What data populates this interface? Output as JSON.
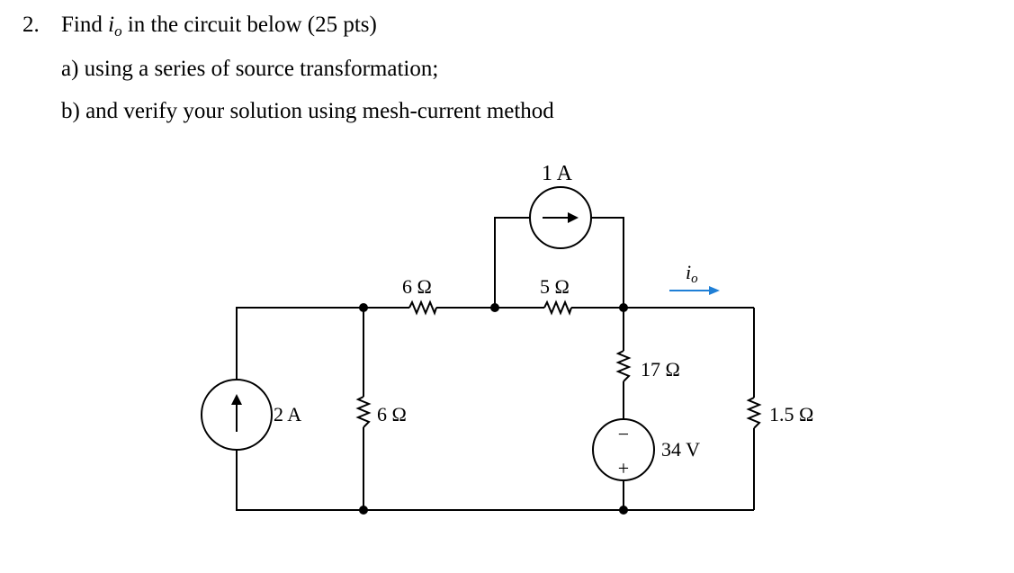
{
  "question": {
    "number": "2.",
    "prompt_before": "Find ",
    "var_main": "i",
    "var_sub": "o",
    "prompt_after": " in the circuit below (25 pts)",
    "part_a": "a) using a series of source transformation;",
    "part_b": "b) and verify your solution using mesh-current method"
  },
  "circuit": {
    "source_2a_label": "2 A",
    "res_6_top_label": "6 Ω",
    "res_6_shunt_label": "6 Ω",
    "source_1a_label": "1 A",
    "res_5_label": "5 Ω",
    "res_17_label": "17 Ω",
    "source_34v_label": "34 V",
    "vs_minus": "−",
    "vs_plus": "+",
    "res_1_5_label": "1.5 Ω",
    "io_main": "i",
    "io_sub": "o",
    "colors": {
      "wire": "#000000",
      "current_arrow": "#1f7fd6"
    }
  }
}
